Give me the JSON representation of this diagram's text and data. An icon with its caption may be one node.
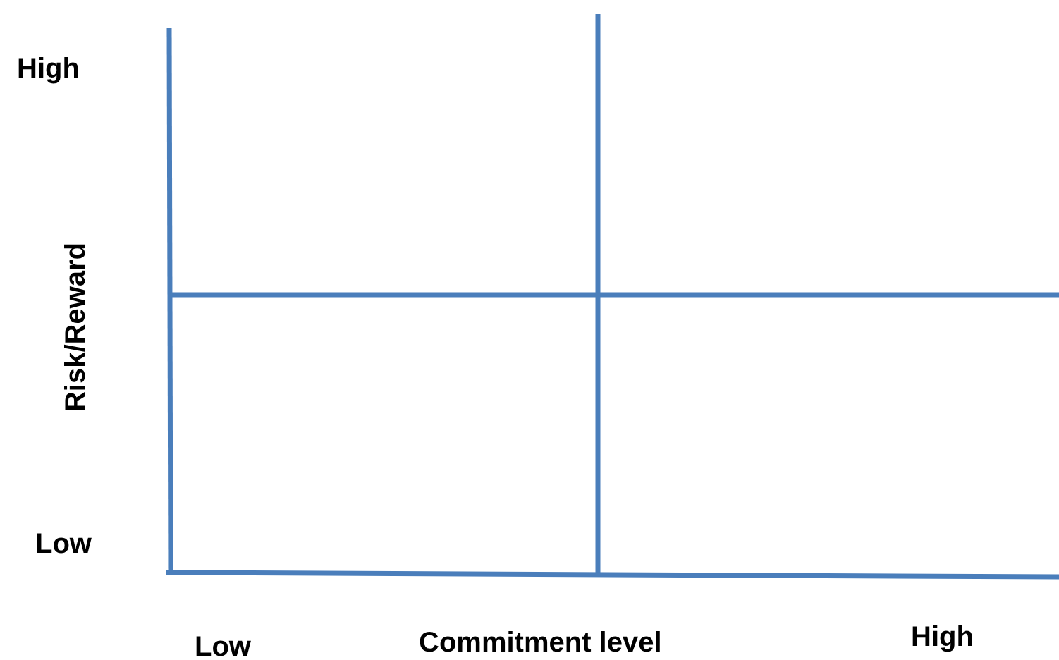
{
  "diagram": {
    "labels": [
      "High",
      "Risk/Reward",
      "Low",
      "Low",
      "Commitment level",
      "High"
    ]
  }
}
